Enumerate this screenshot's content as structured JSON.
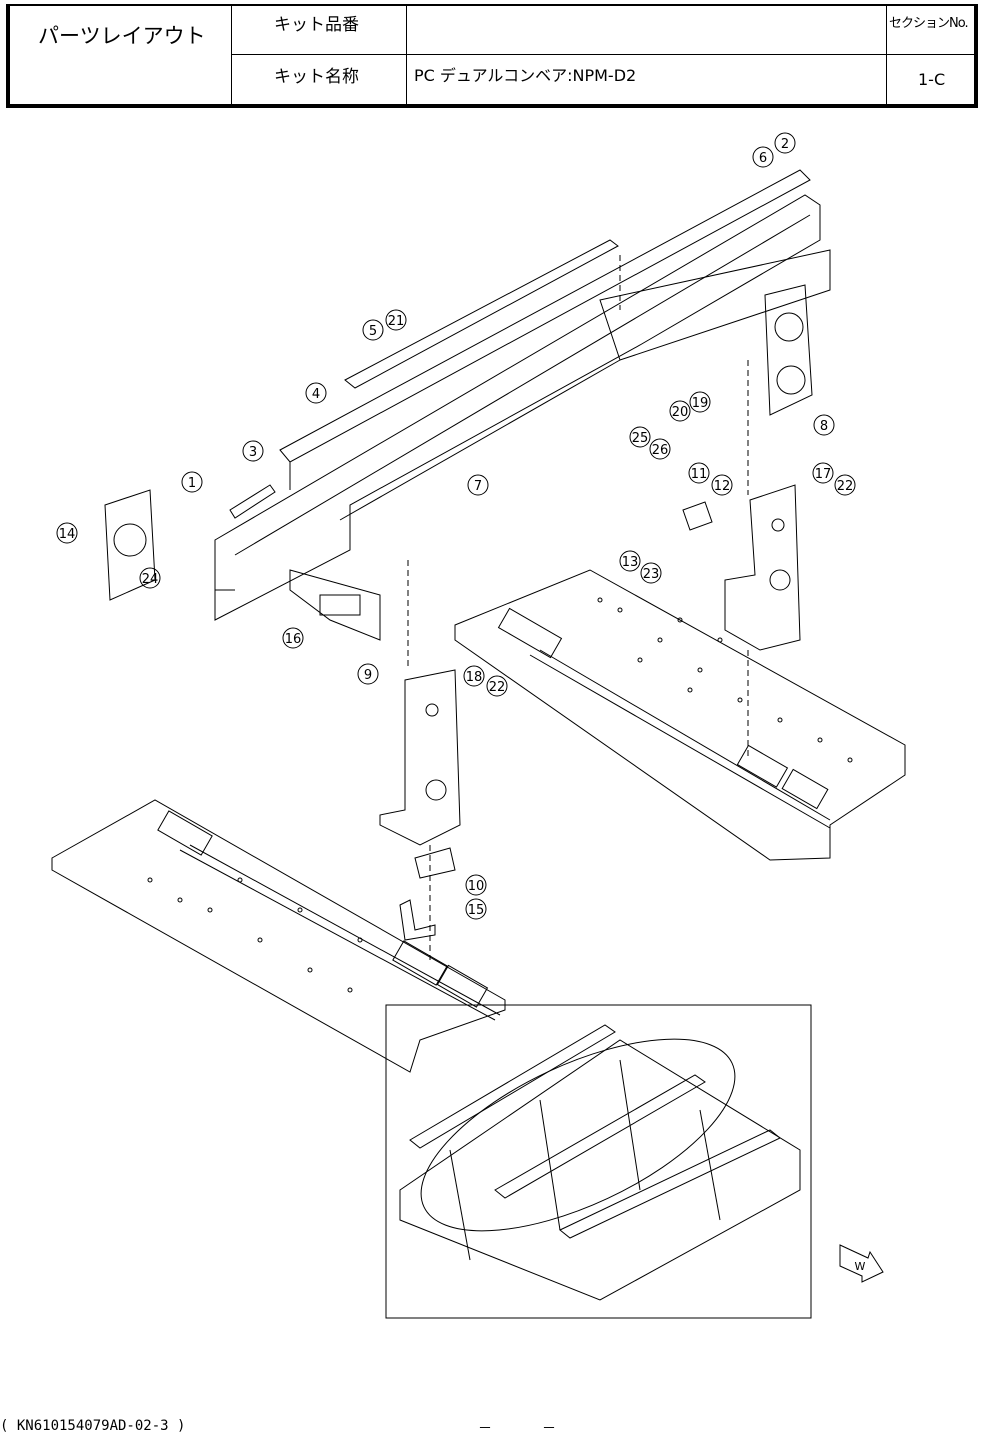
{
  "header": {
    "layout_title": "パーツレイアウト",
    "kit_number_label": "キット品番",
    "kit_number_value": "",
    "kit_name_label": "キット名称",
    "kit_name_value": "PC デュアルコンベア:NPM-D2",
    "section_label": "セクションNo.",
    "section_value": "1-C"
  },
  "callouts": [
    "1",
    "2",
    "3",
    "4",
    "5",
    "6",
    "7",
    "8",
    "9",
    "10",
    "11",
    "12",
    "13",
    "14",
    "15",
    "16",
    "17",
    "18",
    "19",
    "20",
    "21",
    "22",
    "22",
    "23",
    "24",
    "25",
    "26"
  ],
  "view_arrow_label": "W",
  "footer": {
    "document_code": "( KN610154079AD-02-3 )",
    "page_marker": "－　　　－"
  }
}
